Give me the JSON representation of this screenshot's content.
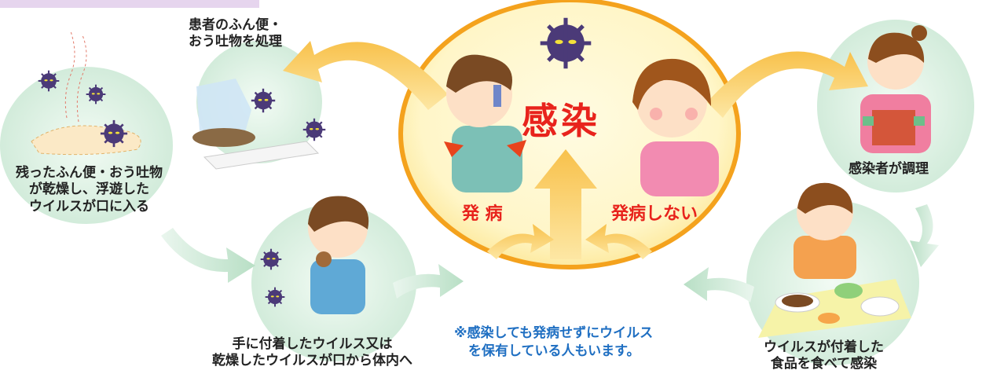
{
  "center": {
    "title": "感染",
    "left_outcome": "発 病",
    "right_outcome": "発病しない"
  },
  "labels": {
    "handling_waste": [
      "患者のふん便・",
      "おう吐物を処理"
    ],
    "dried_airborne": [
      "残ったふん便・おう吐物",
      "が乾燥し、浮遊した",
      "ウイルスが口に入る"
    ],
    "hand_to_mouth": [
      "手に付着したウイルス又は",
      "乾燥したウイルスが口から体内へ"
    ],
    "infected_cook": "感染者が調理",
    "contaminated_food": [
      "ウイルスが付着した",
      "食品を食べて感染"
    ]
  },
  "note": [
    "※感染しても発病せずにウイルス",
    "を保有している人もいます。"
  ],
  "colors": {
    "title_red": "#e8231c",
    "note_blue": "#1f6fc2",
    "arrow_orange": "#f4a21d",
    "circle_green": "#d4eedd",
    "virus_purple": "#4b3a78"
  }
}
